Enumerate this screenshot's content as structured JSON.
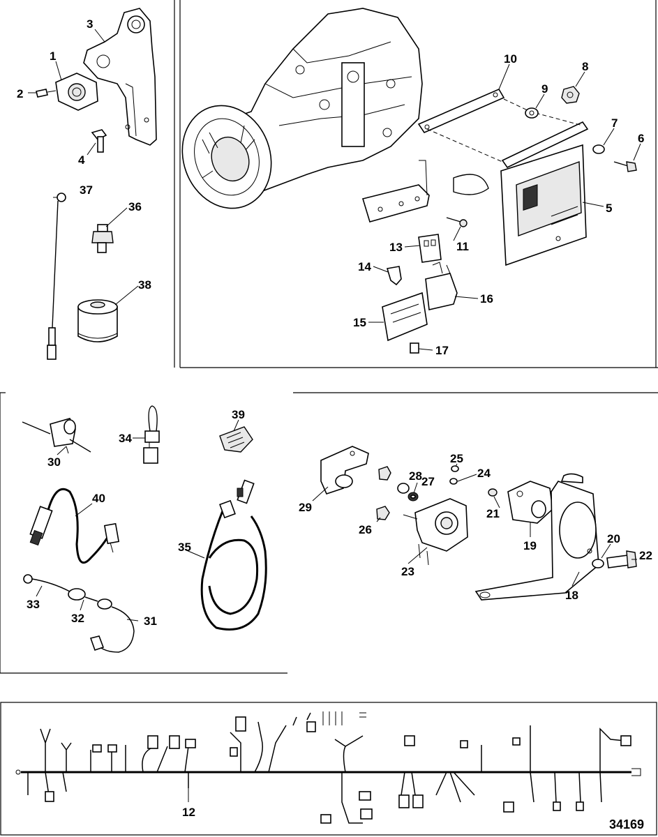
{
  "callouts": [
    {
      "id": "1",
      "label": "1"
    },
    {
      "id": "2",
      "label": "2"
    },
    {
      "id": "3",
      "label": "3"
    },
    {
      "id": "4",
      "label": "4"
    },
    {
      "id": "5",
      "label": "5"
    },
    {
      "id": "6",
      "label": "6"
    },
    {
      "id": "7",
      "label": "7"
    },
    {
      "id": "8",
      "label": "8"
    },
    {
      "id": "9",
      "label": "9"
    },
    {
      "id": "10",
      "label": "10"
    },
    {
      "id": "11",
      "label": "11"
    },
    {
      "id": "12",
      "label": "12"
    },
    {
      "id": "13",
      "label": "13"
    },
    {
      "id": "14",
      "label": "14"
    },
    {
      "id": "15",
      "label": "15"
    },
    {
      "id": "16",
      "label": "16"
    },
    {
      "id": "17",
      "label": "17"
    },
    {
      "id": "18",
      "label": "18"
    },
    {
      "id": "19",
      "label": "19"
    },
    {
      "id": "20",
      "label": "20"
    },
    {
      "id": "21",
      "label": "21"
    },
    {
      "id": "22",
      "label": "22"
    },
    {
      "id": "23",
      "label": "23"
    },
    {
      "id": "24",
      "label": "24"
    },
    {
      "id": "25",
      "label": "25"
    },
    {
      "id": "26",
      "label": "26"
    },
    {
      "id": "27",
      "label": "27"
    },
    {
      "id": "28",
      "label": "28"
    },
    {
      "id": "29",
      "label": "29"
    },
    {
      "id": "30",
      "label": "30"
    },
    {
      "id": "31",
      "label": "31"
    },
    {
      "id": "32",
      "label": "32"
    },
    {
      "id": "33",
      "label": "33"
    },
    {
      "id": "34",
      "label": "34"
    },
    {
      "id": "35",
      "label": "35"
    },
    {
      "id": "36",
      "label": "36"
    },
    {
      "id": "37",
      "label": "37"
    },
    {
      "id": "38",
      "label": "38"
    },
    {
      "id": "39",
      "label": "39"
    },
    {
      "id": "40",
      "label": "40"
    }
  ],
  "drawing_number": "34169"
}
